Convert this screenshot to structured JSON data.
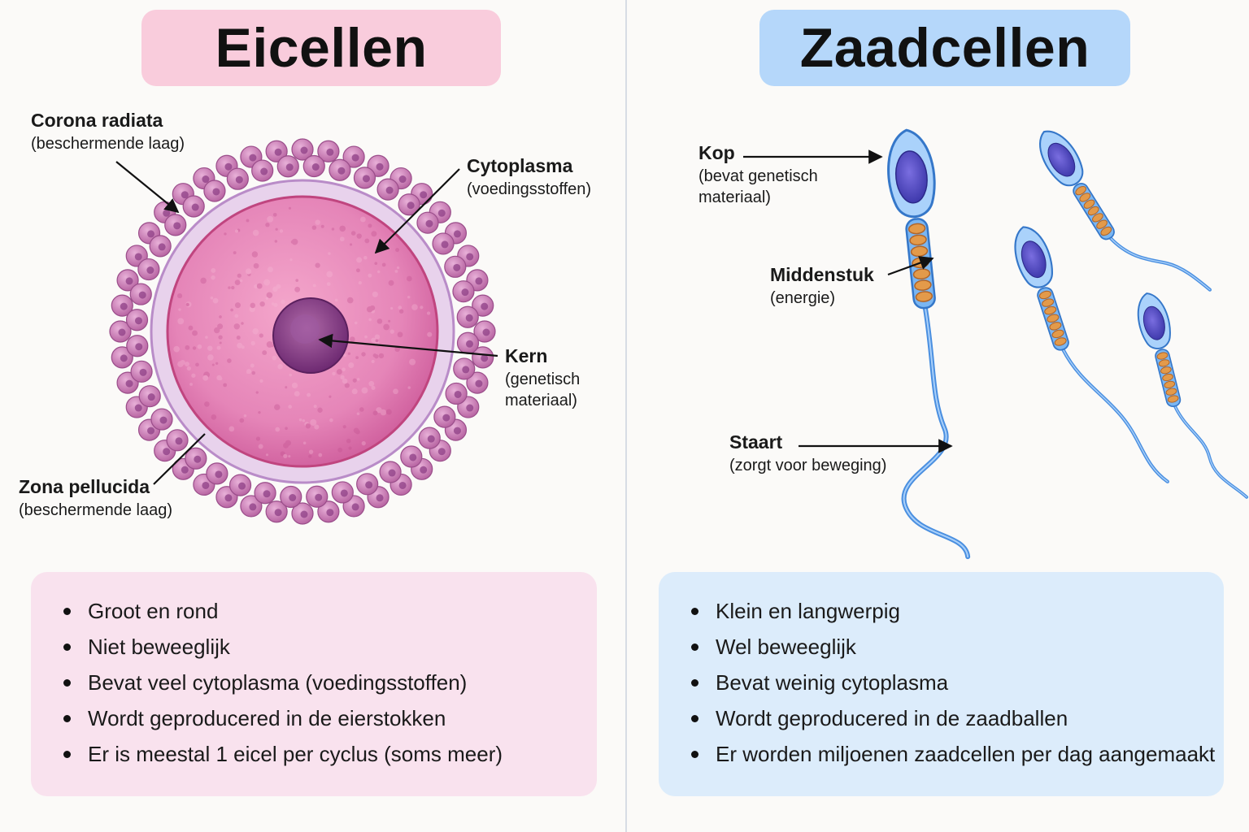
{
  "egg": {
    "title": "Eicellen",
    "labels": {
      "corona": {
        "name": "Corona radiata",
        "desc": "(beschermende laag)"
      },
      "cytoplasm": {
        "name": "Cytoplasma",
        "desc": "(voedingsstoffen)"
      },
      "nucleus": {
        "name": "Kern",
        "desc_line1": "(genetisch",
        "desc_line2": "materiaal)"
      },
      "zona": {
        "name": "Zona pellucida",
        "desc": "(beschermende laag)"
      }
    },
    "facts": [
      "Groot en rond",
      "Niet beweeglijk",
      "Bevat veel cytoplasma (voedingsstoffen)",
      "Wordt geproducered in de eierstokken",
      "Er is meestal 1 eicel per cyclus (soms meer)"
    ]
  },
  "sperm": {
    "title": "Zaadcellen",
    "labels": {
      "head": {
        "name": "Kop",
        "desc_line1": "(bevat genetisch",
        "desc_line2": "materiaal)"
      },
      "midpiece": {
        "name": "Middenstuk",
        "desc": "(energie)"
      },
      "tail": {
        "name": "Staart",
        "desc": "(zorgt voor beweging)"
      }
    },
    "facts": [
      "Klein en langwerpig",
      "Wel beweeglijk",
      "Bevat weinig cytoplasma",
      "Wordt geproducered in de zaadballen",
      "Er worden miljoenen zaadcellen per dag aangemaakt"
    ]
  },
  "colors": {
    "egg_title_bg": "#f9ccdc",
    "sperm_title_bg": "#b5d7fa",
    "egg_panel_bg": "#f9e2ee",
    "sperm_panel_bg": "#dcecfb",
    "egg_cell": "#e07ab2",
    "sperm_cell": "#4a8fe0"
  }
}
